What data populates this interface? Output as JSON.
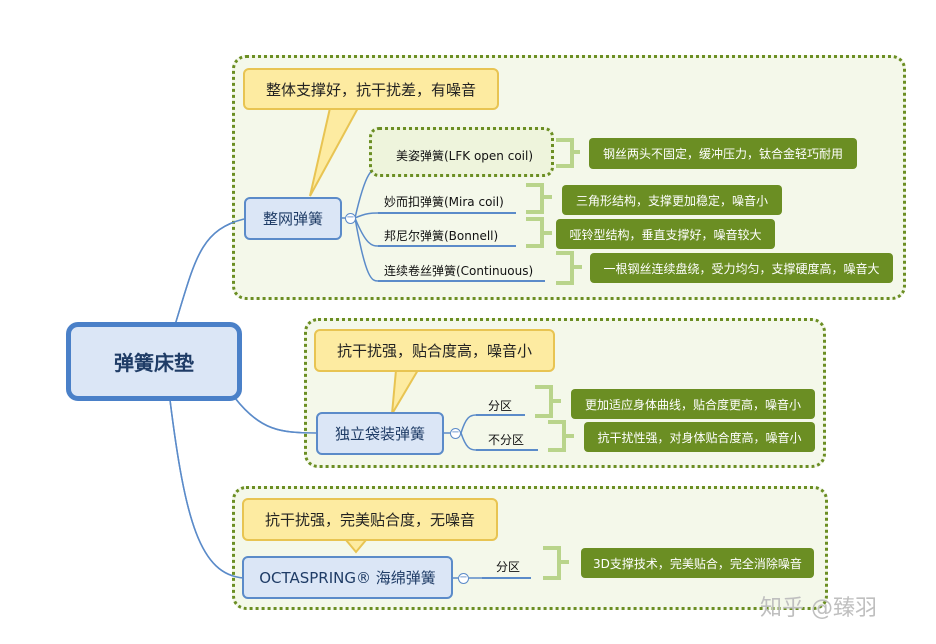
{
  "root": {
    "label": "弹簧床垫"
  },
  "branches": [
    {
      "label": "整网弹簧",
      "callout": "整体支撑好，抗干扰差，有噪音",
      "items": [
        {
          "label": "美姿弹簧(LFK open coil)",
          "note": "钢丝两头不固定，缓冲压力，钛合金轻巧耐用"
        },
        {
          "label": "妙而扣弹簧(Mira coil)",
          "note": "三角形结构，支撑更加稳定，噪音小"
        },
        {
          "label": "邦尼尔弹簧(Bonnell)",
          "note": "哑铃型结构，垂直支撑好，噪音较大"
        },
        {
          "label": "连续卷丝弹簧(Continuous)",
          "note": "一根钢丝连续盘绕，受力均匀，支撑硬度高，噪音大"
        }
      ]
    },
    {
      "label": "独立袋装弹簧",
      "callout": "抗干扰强，贴合度高，噪音小",
      "items": [
        {
          "label": "分区",
          "note": "更加适应身体曲线，贴合度更高，噪音小"
        },
        {
          "label": "不分区",
          "note": "抗干扰性强，对身体贴合度高，噪音小"
        }
      ]
    },
    {
      "label": "OCTASPRING® 海绵弹簧",
      "callout": "抗干扰强，完美贴合度，无噪音",
      "items": [
        {
          "label": "分区",
          "note": "3D支撑技术，完美贴合，完全消除噪音"
        }
      ]
    }
  ],
  "watermark": "知乎 @臻羽",
  "colors": {
    "box_border": "#6b8e23",
    "node_border": "#5b8bc9",
    "callout_fill": "#fdeba1",
    "note_fill": "#6b8e23"
  }
}
